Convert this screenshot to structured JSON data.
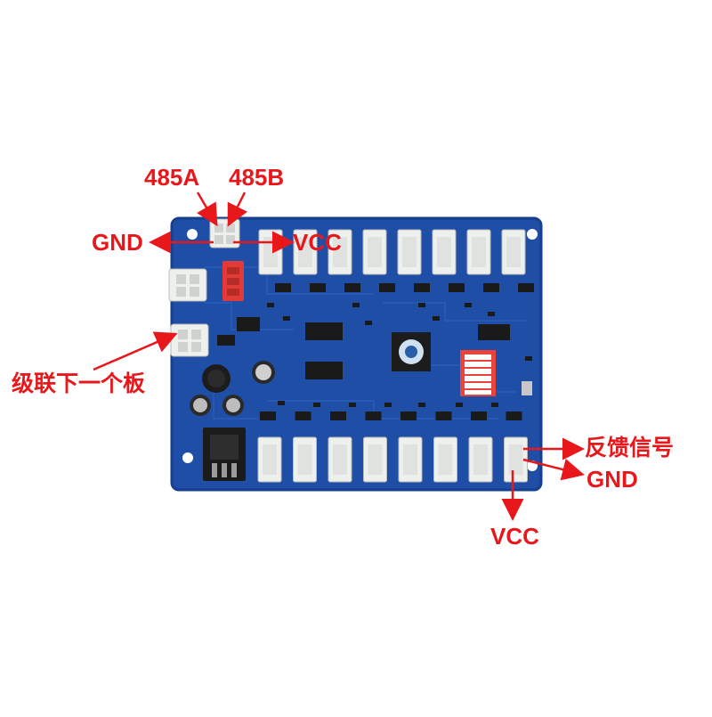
{
  "image": {
    "subject": "485 control board with labeled connectors",
    "colors": {
      "background": "#ffffff",
      "pcb": "#1f4ea6",
      "pcb_dark": "#123b86",
      "annotation": "#e8171b",
      "connector": "#eef0ee",
      "red_connector": "#e23a36",
      "dip_switch": "#e8433d"
    }
  },
  "labels": {
    "a485": "485A",
    "b485": "485B",
    "gnd_top": "GND",
    "vcc_top": "VCC",
    "cascade": "级联下一个板",
    "feedback": "反馈信号",
    "gnd_right": "GND",
    "vcc_bottom": "VCC"
  },
  "connectors": {
    "top_row_count": 8,
    "bottom_row_count": 8
  }
}
